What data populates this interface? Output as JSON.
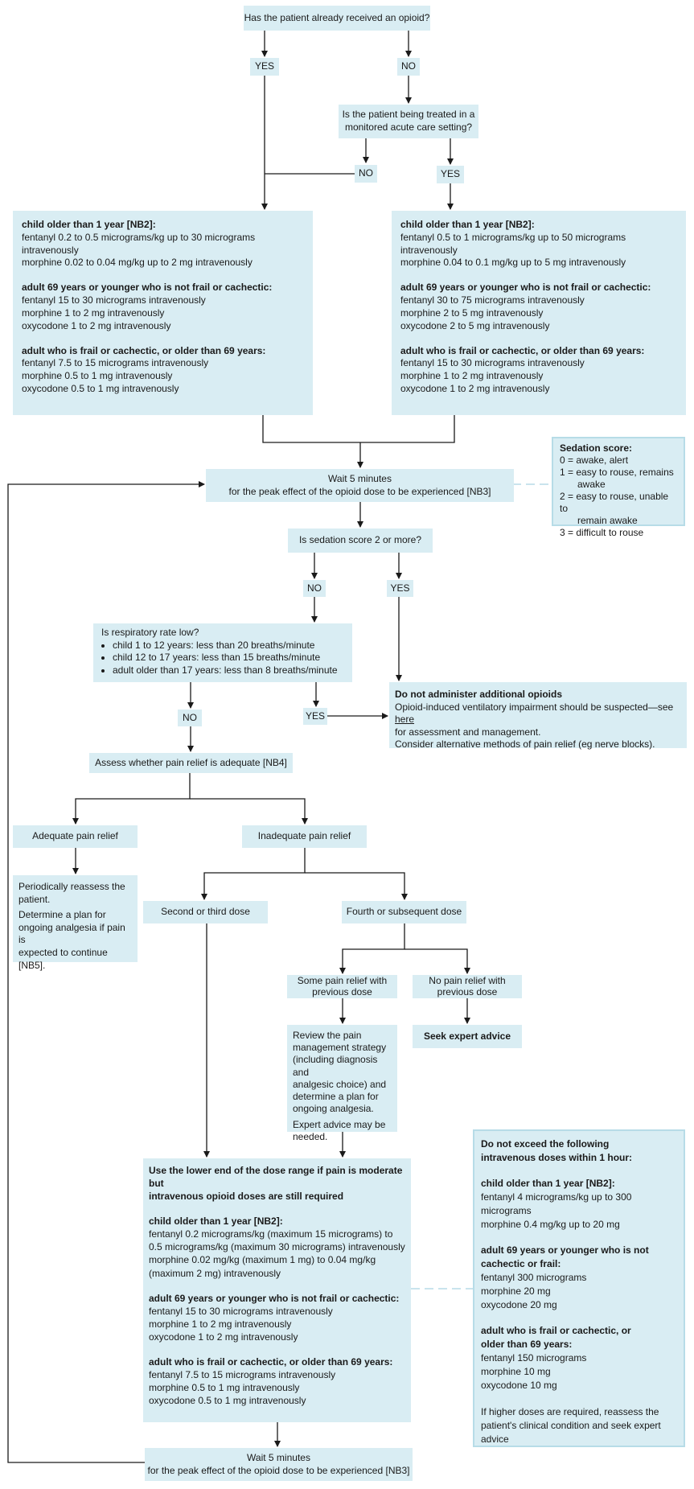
{
  "q_received": "Has the patient already received an opioid?",
  "yes": "YES",
  "no": "NO",
  "q_monitored_line1": "Is the patient being treated in a",
  "q_monitored_line2": "monitored acute care setting?",
  "dose_left": {
    "child_h": "child older than 1 year [NB2]:",
    "child": [
      "fentanyl 0.2 to 0.5 micrograms/kg up to 30 micrograms intravenously",
      "morphine 0.02 to 0.04 mg/kg up to 2 mg intravenously"
    ],
    "adult_h": "adult 69 years or younger who is not frail or cachectic:",
    "adult": [
      "fentanyl 15 to 30 micrograms intravenously",
      "morphine 1 to 2 mg intravenously",
      "oxycodone 1 to 2 mg intravenously"
    ],
    "frail_h": "adult who is frail or cachectic, or older than 69 years:",
    "frail": [
      "fentanyl 7.5 to 15 micrograms intravenously",
      "morphine 0.5 to 1 mg intravenously",
      "oxycodone 0.5 to 1 mg intravenously"
    ]
  },
  "dose_right": {
    "child_h": "child older than 1 year [NB2]:",
    "child": [
      "fentanyl 0.5 to 1 micrograms/kg up to 50 micrograms intravenously",
      "morphine 0.04 to 0.1 mg/kg up to 5 mg intravenously"
    ],
    "adult_h": "adult 69 years or younger who is not frail or cachectic:",
    "adult": [
      "fentanyl 30 to 75 micrograms intravenously",
      "morphine 2 to 5 mg intravenously",
      "oxycodone 2 to 5 mg intravenously"
    ],
    "frail_h": "adult who is frail or cachectic, or older than 69 years:",
    "frail": [
      "fentanyl 15 to 30 micrograms intravenously",
      "morphine 1 to 2 mg intravenously",
      "oxycodone 1 to 2 mg intravenously"
    ]
  },
  "wait_title": "Wait 5 minutes",
  "wait_sub": "for the peak effect of the opioid dose to be experienced [NB3]",
  "sedation": {
    "title": "Sedation score:",
    "s0": "0 = awake, alert",
    "s1a": "1 = easy to rouse, remains",
    "s1b": "awake",
    "s2a": "2 = easy to rouse, unable to",
    "s2b": "remain awake",
    "s3": "3 = difficult to rouse"
  },
  "q_sedation": "Is sedation score 2 or more?",
  "resp": {
    "title": "Is respiratory rate low?",
    "items": [
      "child 1 to 12 years: less than 20 breaths/minute",
      "child 12 to 17 years: less than 15 breaths/minute",
      "adult older than 17 years: less than 8 breaths/minute"
    ]
  },
  "stop": {
    "title": "Do not administer additional opioids",
    "line1_pre": "Opioid-induced ventilatory impairment should be suspected—see ",
    "line1_link": "here",
    "line2": "for assessment and management.",
    "line3": "Consider alternative methods of pain relief (eg nerve blocks)."
  },
  "assess": "Assess whether pain relief is adequate [NB4]",
  "adequate": "Adequate pain relief",
  "inadequate": "Inadequate pain relief",
  "periodic": {
    "l1": "Periodically reassess the",
    "l2": "patient.",
    "l3": "Determine a plan for",
    "l4": "ongoing analgesia if pain is",
    "l5": "expected to continue",
    "l6": "[NB5]."
  },
  "second_third": "Second or third dose",
  "fourth": "Fourth or subsequent dose",
  "some_relief_l1": "Some pain relief with",
  "some_relief_l2": "previous dose",
  "no_relief_l1": "No pain relief with",
  "no_relief_l2": "previous dose",
  "seek": "Seek expert advice",
  "review": {
    "l1": "Review the pain",
    "l2": "management strategy",
    "l3": "(including diagnosis and",
    "l4": "analgesic choice) and",
    "l5": "determine a plan for",
    "l6": "ongoing analgesia.",
    "l7": "Expert advice may be",
    "l8": "needed."
  },
  "lower": {
    "h1": "Use the lower end of the dose range if pain is moderate but",
    "h2": "intravenous opioid doses are still required",
    "child_h": "child older than 1 year [NB2]:",
    "child": [
      "fentanyl 0.2 micrograms/kg (maximum 15 micrograms) to",
      "0.5 micrograms/kg (maximum 30 micrograms) intravenously",
      "morphine 0.02 mg/kg (maximum 1 mg) to 0.04 mg/kg",
      "(maximum 2 mg) intravenously"
    ],
    "adult_h": "adult 69 years or younger who is not frail or cachectic:",
    "adult": [
      "fentanyl 15 to 30 micrograms intravenously",
      "morphine 1 to 2 mg intravenously",
      "oxycodone 1 to 2 mg intravenously"
    ],
    "frail_h": "adult who is frail or cachectic, or older than 69 years:",
    "frail": [
      "fentanyl 7.5 to 15 micrograms intravenously",
      "morphine 0.5 to 1 mg intravenously",
      "oxycodone 0.5 to 1 mg intravenously"
    ]
  },
  "max": {
    "h1": "Do not exceed the following",
    "h2": "intravenous doses within 1 hour:",
    "child_h": "child older than 1 year [NB2]:",
    "child": [
      "fentanyl 4 micrograms/kg up to 300 micrograms",
      "morphine 0.4 mg/kg up to 20 mg"
    ],
    "adult_h1": "adult 69 years or younger who is not",
    "adult_h2": "cachectic or frail:",
    "adult": [
      "fentanyl 300 micrograms",
      "morphine 20 mg",
      "oxycodone 20 mg"
    ],
    "frail_h1": "adult who is frail or cachectic, or",
    "frail_h2": "older than 69 years:",
    "frail": [
      "fentanyl 150 micrograms",
      "morphine 10 mg",
      "oxycodone 10 mg"
    ],
    "foot1": "If higher doses are required, reassess the",
    "foot2": "patient's clinical condition and seek expert advice"
  }
}
